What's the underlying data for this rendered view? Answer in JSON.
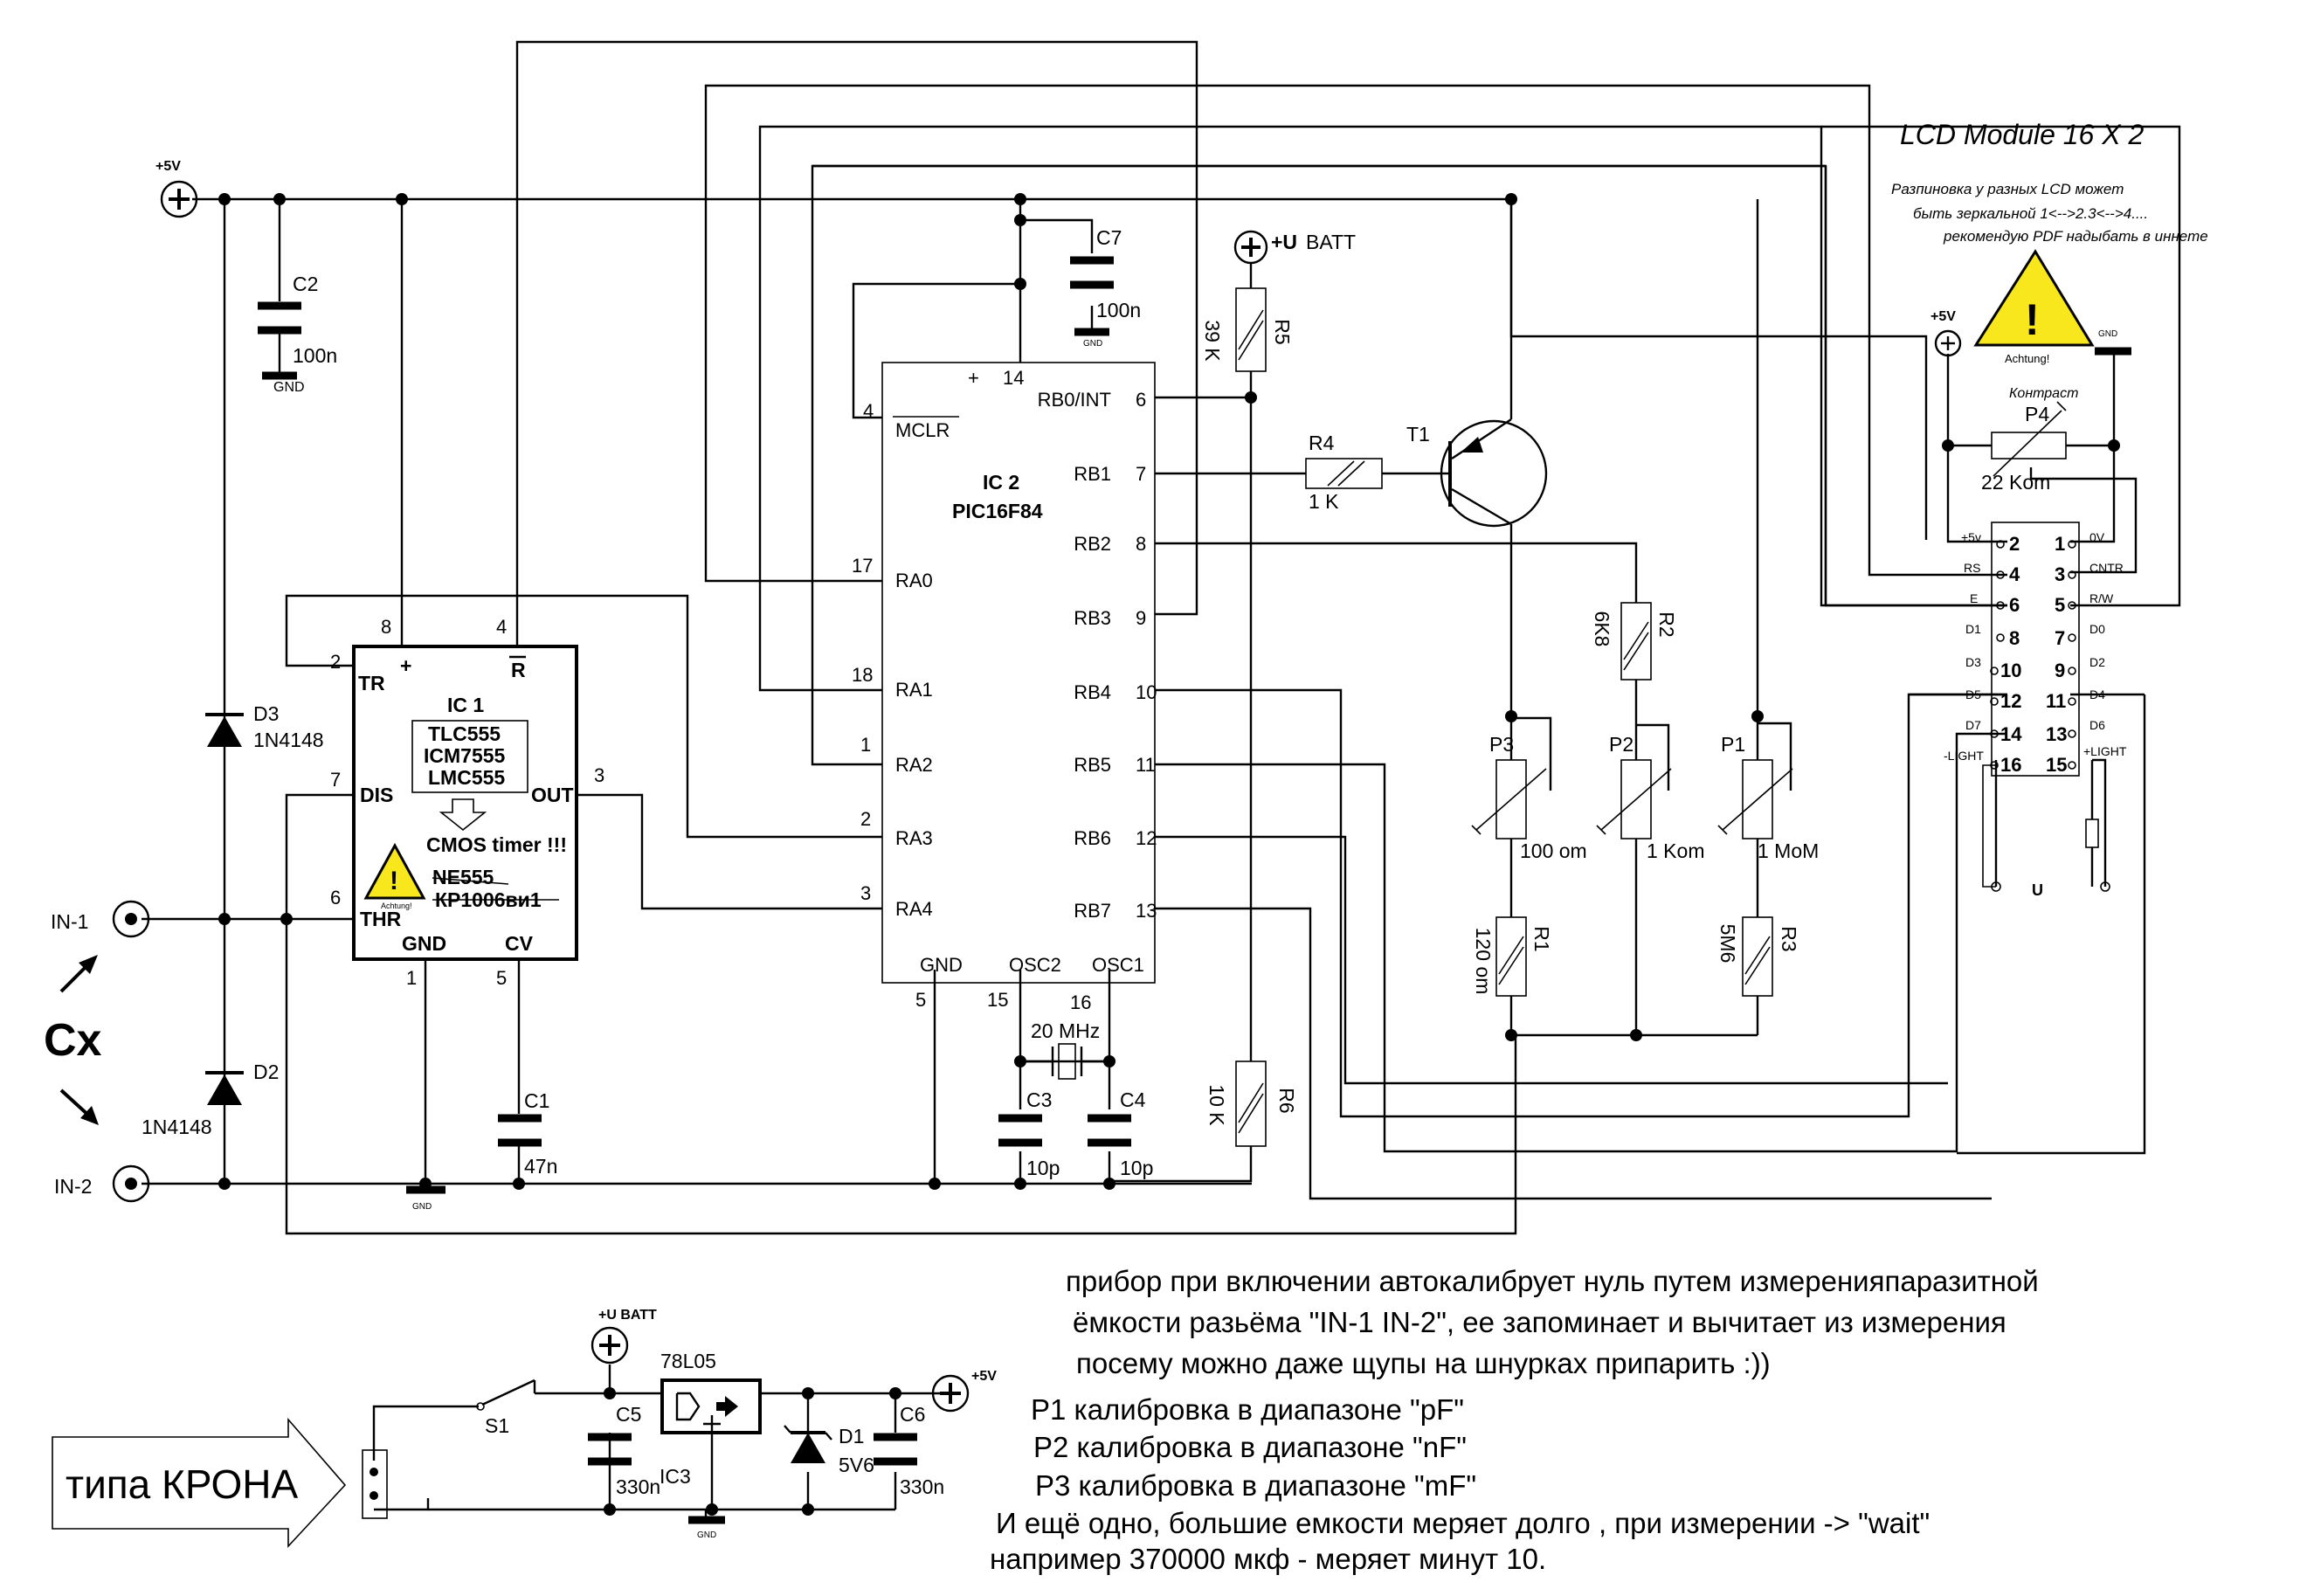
{
  "power": {
    "vcc": "+5V",
    "ubatt": "+U",
    "ubatt_suffix": "BATT",
    "ubatt_small": "+U BATT",
    "gnd": "GND"
  },
  "inputs": {
    "in1": "IN-1",
    "in2": "IN-2",
    "cx": "Cx"
  },
  "components": {
    "c2": {
      "ref": "C2",
      "value": "100n"
    },
    "c7": {
      "ref": "C7",
      "value": "100n"
    },
    "c1": {
      "ref": "C1",
      "value": "47n"
    },
    "c3": {
      "ref": "C3",
      "value": "10p"
    },
    "c4": {
      "ref": "C4",
      "value": "10p"
    },
    "c5": {
      "ref": "C5",
      "value": "330n"
    },
    "c6": {
      "ref": "C6",
      "value": "330n"
    },
    "d1": {
      "ref": "D1",
      "value": "5V6"
    },
    "d2": {
      "ref": "D2",
      "value": "1N4148"
    },
    "d3": {
      "ref": "D3",
      "value": "1N4148"
    },
    "r1": {
      "ref": "R1",
      "value": "120 om"
    },
    "r2": {
      "ref": "R2",
      "value": "6K8"
    },
    "r3": {
      "ref": "R3",
      "value": "5M6"
    },
    "r4": {
      "ref": "R4",
      "value": "1 K"
    },
    "r5": {
      "ref": "R5",
      "value": "39 K"
    },
    "r6": {
      "ref": "R6",
      "value": "10 K"
    },
    "p1": {
      "ref": "P1",
      "value": "1 MoM"
    },
    "p2": {
      "ref": "P2",
      "value": "1 Kom"
    },
    "p3": {
      "ref": "P3",
      "value": "100 om"
    },
    "p4": {
      "ref": "P4",
      "value": "22 Kom",
      "label": "Контраст"
    },
    "t1": {
      "ref": "T1"
    },
    "s1": {
      "ref": "S1"
    },
    "xtal": {
      "value": "20 MHz"
    },
    "ic3": {
      "ref": "IC3",
      "part": "78L05"
    },
    "battery": {
      "label": "типа КРОНА"
    }
  },
  "ic1": {
    "ref": "IC 1",
    "parts": [
      "TLC555",
      "ICM7555",
      "LMC555"
    ],
    "cmos": "CMOS timer !!!",
    "alt": [
      "NE555",
      "КР1006ви1"
    ],
    "warn": "Achtung!",
    "pins": {
      "tr": "TR",
      "dis": "DIS",
      "thr": "THR",
      "gnd": "GND",
      "cv": "CV",
      "out": "OUT",
      "r": "R",
      "plus": "+",
      "n2": "2",
      "n7": "7",
      "n6": "6",
      "n8": "8",
      "n4": "4",
      "n1": "1",
      "n5": "5",
      "n3": "3"
    }
  },
  "ic2": {
    "ref": "IC 2",
    "part": "PIC16F84",
    "plus": "+",
    "left_pins": [
      {
        "num": "4",
        "name": "MCLR"
      },
      {
        "num": "17",
        "name": "RA0"
      },
      {
        "num": "18",
        "name": "RA1"
      },
      {
        "num": "1",
        "name": "RA2"
      },
      {
        "num": "2",
        "name": "RA3"
      },
      {
        "num": "3",
        "name": "RA4"
      }
    ],
    "right_pins": [
      {
        "num": "6",
        "name": "RB0/INT"
      },
      {
        "num": "7",
        "name": "RB1"
      },
      {
        "num": "8",
        "name": "RB2"
      },
      {
        "num": "9",
        "name": "RB3"
      },
      {
        "num": "10",
        "name": "RB4"
      },
      {
        "num": "11",
        "name": "RB5"
      },
      {
        "num": "12",
        "name": "RB6"
      },
      {
        "num": "13",
        "name": "RB7"
      }
    ],
    "top_pin": "14",
    "bottom": {
      "gnd": "GND",
      "osc2": "OSC2",
      "osc1": "OSC1",
      "n5": "5",
      "n15": "15",
      "n16": "16"
    }
  },
  "lcd": {
    "title": "LCD Module 16 X 2",
    "note_lines": [
      "Разпиновка у разных LCD может",
      "быть зеркальной   1<-->2.3<-->4....",
      "рекомендую PDF надыбать в иннете"
    ],
    "warn": "Achtung!",
    "pins_left": [
      {
        "sig": "+5v",
        "num": "2"
      },
      {
        "sig": "RS",
        "num": "4"
      },
      {
        "sig": "E",
        "num": "6"
      },
      {
        "sig": "D1",
        "num": "8"
      },
      {
        "sig": "D3",
        "num": "10"
      },
      {
        "sig": "D5",
        "num": "12"
      },
      {
        "sig": "D7",
        "num": "14"
      },
      {
        "sig": "-LIGHT",
        "num": "16"
      }
    ],
    "pins_right": [
      {
        "sig": "0V",
        "num": "1"
      },
      {
        "sig": "CNTR",
        "num": "3"
      },
      {
        "sig": "R/W",
        "num": "5"
      },
      {
        "sig": "D0",
        "num": "7"
      },
      {
        "sig": "D2",
        "num": "9"
      },
      {
        "sig": "D4",
        "num": "11"
      },
      {
        "sig": "D6",
        "num": "13"
      },
      {
        "sig": "+LIGHT",
        "num": "15"
      }
    ],
    "u": "U"
  },
  "notes": {
    "p1": [
      "прибор при включении автокалибрует нуль путем измеренияпаразитной",
      "ёмкости разьёма \"IN-1 IN-2\", ее запоминает и вычитает из измерения",
      "посему можно даже щупы на шнурках припарить :))"
    ],
    "cal": [
      "P1 калибровка в диапазоне \"pF\"",
      "P2 калибровка в диапазоне \"nF\"",
      "P3 калибровка в диапазоне \"mF\""
    ],
    "p2": [
      "И  ещё одно, большие емкости меряет долго , при измерении -> \"wait\"",
      "например 370000 мкф - меряет минут 10."
    ]
  }
}
